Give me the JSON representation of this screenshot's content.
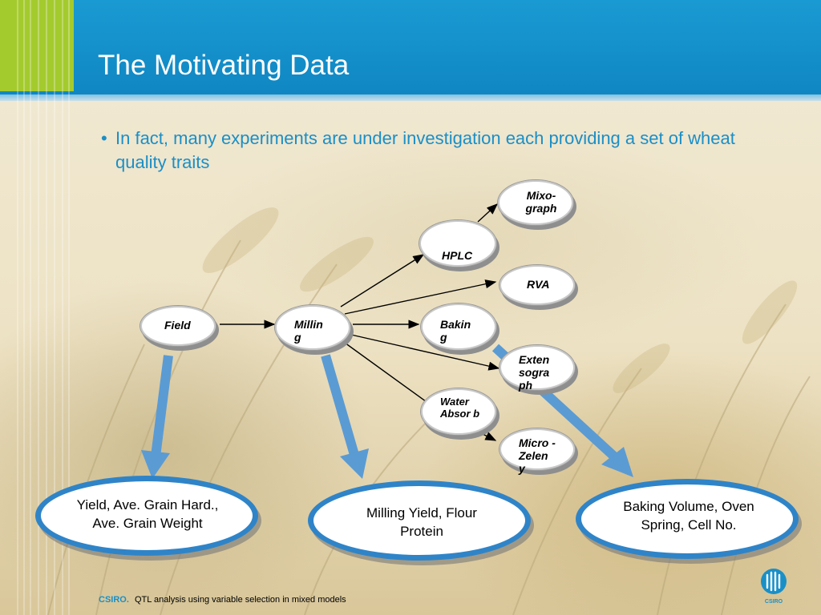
{
  "slide": {
    "title": "The Motivating Data",
    "bullet": "In fact, many experiments are under investigation each providing a set of wheat quality traits",
    "bullet_marker": "•"
  },
  "nodes": {
    "field": "Field",
    "milling": "Millin g",
    "hplc": "HPLC",
    "rva": "RVA",
    "baking": "Bakin g",
    "mixograph": "Mixo- graph",
    "extensograph": "Exten sogra ph",
    "water_absorb": "Water Absor b",
    "micro_zeleny": "Micro - Zelen y"
  },
  "outputs": {
    "field_traits": "Yield, Ave. Grain Hard., Ave. Grain Weight",
    "milling_traits": "Milling Yield, Flour Protein",
    "baking_traits": "Baking Volume, Oven Spring, Cell No."
  },
  "footer": {
    "brand": "CSIRO.",
    "text": "QTL analysis using variable selection in mixed models"
  },
  "logo": {
    "label": "CSIRO"
  },
  "colors": {
    "header_blue": "#1a9ad2",
    "accent_lime": "#a4cb2e",
    "text_blue": "#1a8fc7",
    "oval_border": "#2f84c8",
    "big_arrow": "#5a9bd4"
  }
}
